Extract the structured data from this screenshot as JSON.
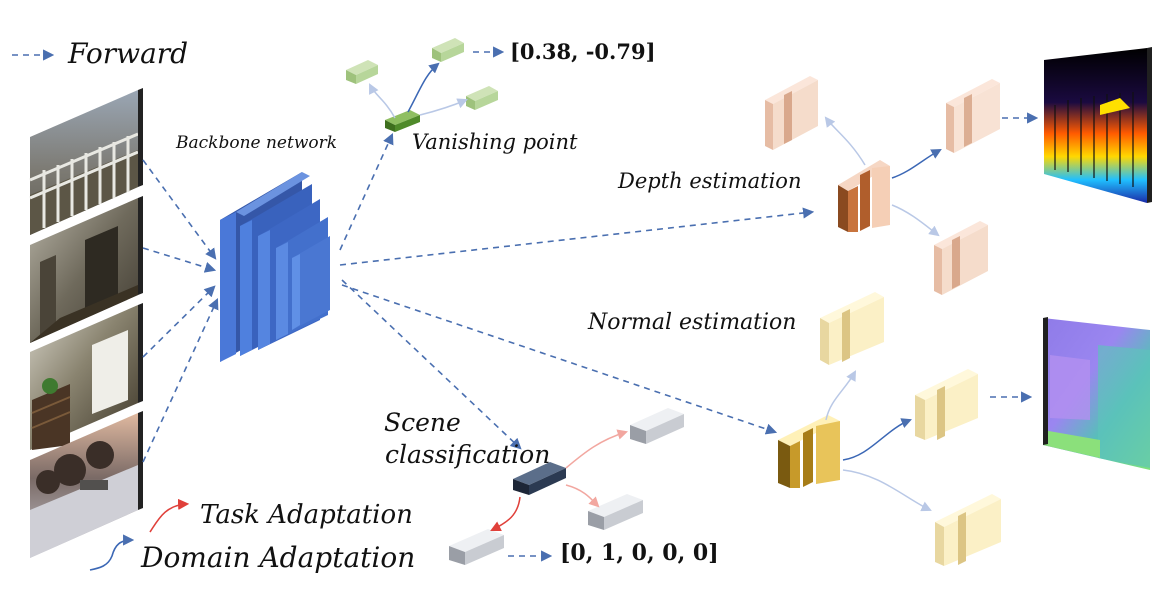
{
  "legend": {
    "forward": "Forward",
    "task_adaptation": "Task Adaptation",
    "domain_adaptation": "Domain Adaptation"
  },
  "labels": {
    "backbone": "Backbone network",
    "vanishing_point": "Vanishing point",
    "depth": "Depth estimation",
    "normal": "Normal estimation",
    "scene_line1": "Scene",
    "scene_line2": "classification"
  },
  "outputs": {
    "vanishing_point": "[0.38, -0.79]",
    "scene": "[0, 1, 0, 0, 0]"
  },
  "colors": {
    "forward_arrow": "#4a6fb0",
    "task_arrow": "#e0403a",
    "domain_arrow": "#3b67b5",
    "backbone": "#3e6cc9",
    "vp_head": "#9fc27a",
    "vp_head_active": "#4f8a2a",
    "depth_head": "#f0c8b0",
    "depth_head_active": "#c8743e",
    "normal_head": "#f3e5b0",
    "normal_head_active": "#c79a2a",
    "scene_head": "#c9ccd2",
    "scene_head_active": "#2b3a52"
  }
}
